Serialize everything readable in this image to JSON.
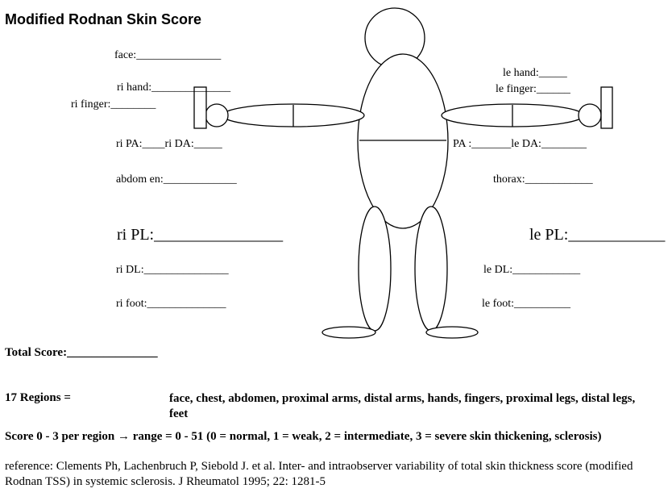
{
  "title": "Modified Rodnan Skin Score",
  "fields": {
    "face": "face:_______________",
    "ri_hand": "ri hand:______________",
    "ri_finger": "ri finger:________",
    "ri_pa_da": "ri PA:____ri DA:_____",
    "abdomen": "abdom en:_____________",
    "ri_pl": "ri PL:________________",
    "ri_dl": "ri DL:_______________",
    "ri_foot": "ri foot:______________",
    "le_hand": "le hand:_____",
    "le_finger": "le finger:______",
    "le_pa_da": "PA :_______le DA:________",
    "thorax": "thorax:____________",
    "le_pl": "le PL:____________",
    "le_dl": "le DL:____________",
    "le_foot": "le foot:__________"
  },
  "total_score": "Total Score:_______________",
  "regions": {
    "label": "17 Regions =",
    "text": "face, chest, abdomen, proximal arms, distal arms, hands, fingers, proximal legs, distal legs, feet"
  },
  "score_line": "Score 0 - 3 per region → range = 0 - 51 (0 = normal, 1 = weak, 2 = intermediate, 3 = severe skin thickening, sclerosis)",
  "reference": "reference: Clements Ph, Lachenbruch P, Siebold J. et al. Inter- and intraobserver variability of total skin thickness score (modified Rodnan TSS) in systemic sclerosis. J Rheumatol 1995; 22: 1281-5"
}
